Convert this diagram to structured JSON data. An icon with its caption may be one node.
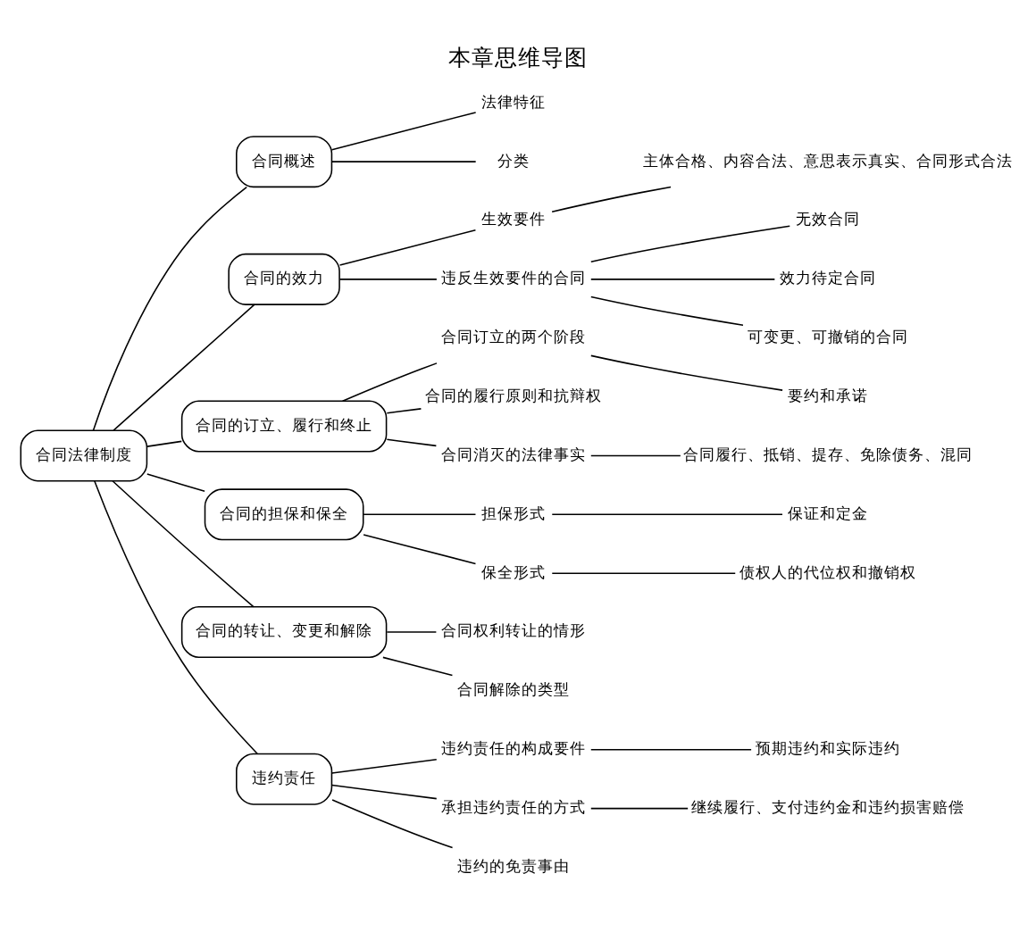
{
  "diagram": {
    "title": "本章思维导图",
    "nodes": [
      {
        "text": [
          "合同法律制度"
        ]
      },
      {
        "text": [
          "合同概述"
        ]
      },
      {
        "text": [
          "法律特征"
        ]
      },
      {
        "text": [
          "分类"
        ]
      },
      {
        "text": [
          "合同的效力"
        ]
      },
      {
        "text": [
          "生效要件"
        ]
      },
      {
        "text": [
          "主体合格、内容合法、意思表示真实、合同形式合法"
        ]
      },
      {
        "text": [
          "违反生效要件的合同"
        ]
      },
      {
        "text": [
          "无效合同"
        ]
      },
      {
        "text": [
          "效力待定合同"
        ]
      },
      {
        "text": [
          "可变更、可撤销的合同"
        ]
      },
      {
        "text": [
          "合同的订立、履行和终止"
        ]
      },
      {
        "text": [
          "合同订立的两个阶段"
        ]
      },
      {
        "text": [
          "要约和承诺"
        ]
      },
      {
        "text": [
          "合同的履行原则和抗辩权"
        ]
      },
      {
        "text": [
          "合同消灭的法律事实"
        ]
      },
      {
        "text": [
          "合同履行、抵销、提存、免除债务、混同"
        ]
      },
      {
        "text": [
          "合同的担保和保全"
        ]
      },
      {
        "text": [
          "担保形式"
        ]
      },
      {
        "text": [
          "保证和定金"
        ]
      },
      {
        "text": [
          "保全形式"
        ]
      },
      {
        "text": [
          "债权人的代位权和撤销权"
        ]
      },
      {
        "text": [
          "合同的转让、变更和解除"
        ]
      },
      {
        "text": [
          "合同权利转让的情形"
        ]
      },
      {
        "text": [
          "合同解除的类型"
        ]
      },
      {
        "text": [
          "违约责任"
        ]
      },
      {
        "text": [
          "违约责任的构成要件"
        ]
      },
      {
        "text": [
          "预期违约和实际违约"
        ]
      },
      {
        "text": [
          "承担违约责任的方式"
        ]
      },
      {
        "text": [
          "继续履行、支付违约金和违约损害赔偿"
        ]
      },
      {
        "text": [
          "违约的免责事由"
        ]
      }
    ],
    "edges": [
      {
        "from": 0,
        "to": 1,
        "arrow": "none"
      },
      {
        "from": 1,
        "to": 2,
        "arrow": "none"
      },
      {
        "from": 1,
        "to": 3,
        "arrow": "none"
      },
      {
        "from": 0,
        "to": 4,
        "arrow": "none"
      },
      {
        "from": 4,
        "to": 5,
        "arrow": "none"
      },
      {
        "from": 5,
        "to": 6,
        "arrow": "none"
      },
      {
        "from": 4,
        "to": 7,
        "arrow": "none"
      },
      {
        "from": 7,
        "to": 8,
        "arrow": "none"
      },
      {
        "from": 7,
        "to": 9,
        "arrow": "none"
      },
      {
        "from": 7,
        "to": 10,
        "arrow": "none"
      },
      {
        "from": 0,
        "to": 11,
        "arrow": "none"
      },
      {
        "from": 11,
        "to": 12,
        "arrow": "none"
      },
      {
        "from": 12,
        "to": 13,
        "arrow": "none"
      },
      {
        "from": 11,
        "to": 14,
        "arrow": "none"
      },
      {
        "from": 11,
        "to": 15,
        "arrow": "none"
      },
      {
        "from": 15,
        "to": 16,
        "arrow": "none"
      },
      {
        "from": 0,
        "to": 17,
        "arrow": "none"
      },
      {
        "from": 17,
        "to": 18,
        "arrow": "none"
      },
      {
        "from": 18,
        "to": 19,
        "arrow": "none"
      },
      {
        "from": 17,
        "to": 20,
        "arrow": "none"
      },
      {
        "from": 20,
        "to": 21,
        "arrow": "none"
      },
      {
        "from": 0,
        "to": 22,
        "arrow": "none"
      },
      {
        "from": 22,
        "to": 23,
        "arrow": "none"
      },
      {
        "from": 22,
        "to": 24,
        "arrow": "none"
      },
      {
        "from": 0,
        "to": 25,
        "arrow": "none"
      },
      {
        "from": 25,
        "to": 26,
        "arrow": "none"
      },
      {
        "from": 26,
        "to": 27,
        "arrow": "none"
      },
      {
        "from": 25,
        "to": 28,
        "arrow": "none"
      },
      {
        "from": 28,
        "to": 29,
        "arrow": "none"
      },
      {
        "from": 25,
        "to": 30,
        "arrow": "none"
      }
    ]
  }
}
